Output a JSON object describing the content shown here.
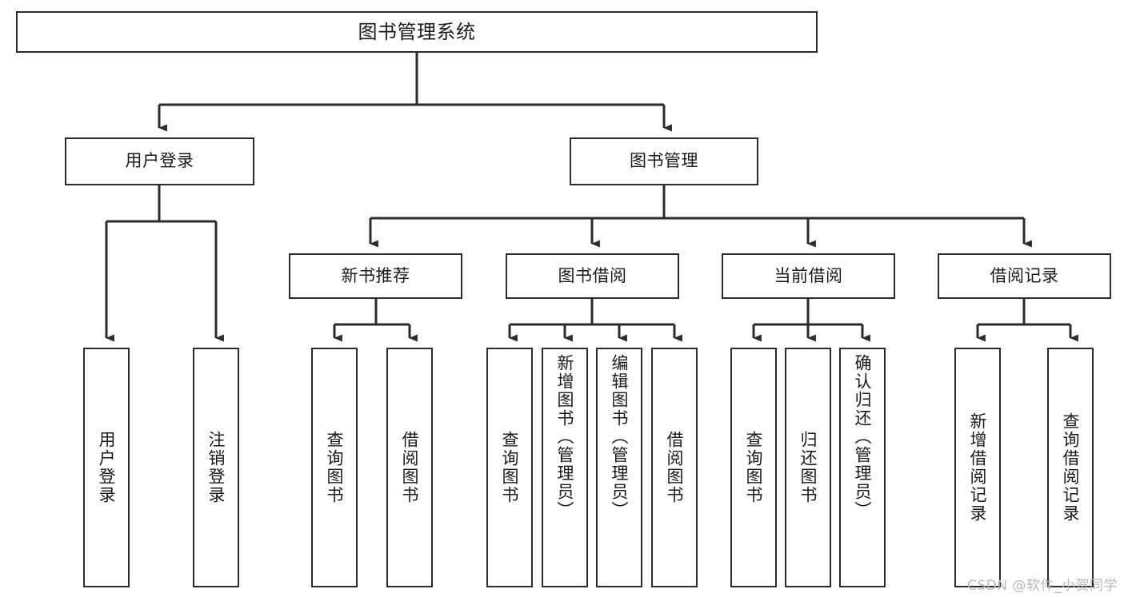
{
  "diagram": {
    "type": "tree-hierarchy",
    "title": "图书管理系统",
    "watermark": "CSDN @软件_小贺同学",
    "colors": {
      "box_border": "#2b2b2b",
      "box_fill": "#ffffff",
      "edge": "#2b2b2b",
      "background": "#ffffff",
      "watermark": "#b9b9b9"
    },
    "root": {
      "label": "图书管理系统"
    },
    "level1": [
      {
        "label": "用户登录"
      },
      {
        "label": "图书管理"
      }
    ],
    "level2": [
      {
        "label": "新书推荐"
      },
      {
        "label": "图书借阅"
      },
      {
        "label": "当前借阅"
      },
      {
        "label": "借阅记录"
      }
    ],
    "leaves": {
      "user_login": [
        {
          "label": "用户登录"
        },
        {
          "label": "注销登录"
        }
      ],
      "new_book_recommend": [
        {
          "label": "查询图书"
        },
        {
          "label": "借阅图书"
        }
      ],
      "book_borrow": [
        {
          "label": "查询图书"
        },
        {
          "label": "新增图书（管理员）"
        },
        {
          "label": "编辑图书（管理员）"
        },
        {
          "label": "借阅图书"
        }
      ],
      "current_borrow": [
        {
          "label": "查询图书"
        },
        {
          "label": "归还图书"
        },
        {
          "label": "确认归还（管理员）"
        }
      ],
      "borrow_record": [
        {
          "label": "新增借阅记录"
        },
        {
          "label": "查询借阅记录"
        }
      ]
    }
  }
}
